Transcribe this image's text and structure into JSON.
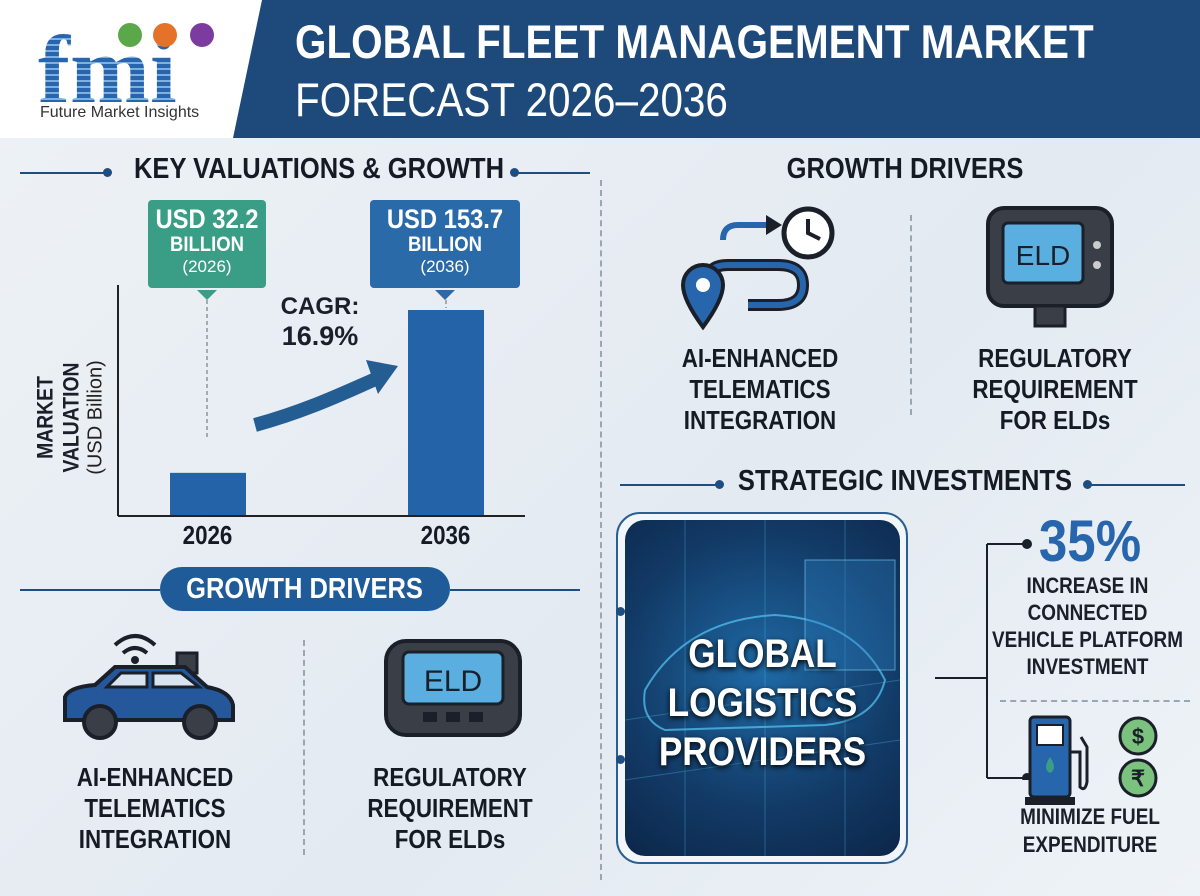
{
  "header": {
    "logo_letters": "fmi",
    "logo_name": "Future Market Insights",
    "title_line1": "GLOBAL FLEET MANAGEMENT MARKET",
    "title_line2": "FORECAST 2026–2036"
  },
  "key_valuations": {
    "heading": "KEY VALUATIONS & GROWTH",
    "callout_2026": {
      "value": "USD 32.2",
      "unit": "BILLION",
      "year": "(2026)"
    },
    "callout_2036": {
      "value": "USD 153.7",
      "unit": "BILLION",
      "year": "(2036)"
    },
    "cagr_label": "CAGR:",
    "cagr_value": "16.9%"
  },
  "chart_data": {
    "type": "bar",
    "categories": [
      "2026",
      "2036"
    ],
    "values": [
      32.2,
      153.7
    ],
    "ylabel": "MARKET VALUATION",
    "ylabel_unit": "(USD Billion)",
    "colors": [
      "#2563a8",
      "#2563a8"
    ]
  },
  "growth_drivers_left": {
    "heading": "GROWTH DRIVERS",
    "items": [
      {
        "label_lines": [
          "AI-ENHANCED",
          "TELEMATICS",
          "INTEGRATION"
        ],
        "icon": "connected-car-icon"
      },
      {
        "label_lines": [
          "REGULATORY",
          "REQUIREMENT",
          "FOR ELDs"
        ],
        "icon": "eld-device-icon",
        "device_text": "ELD"
      }
    ]
  },
  "growth_drivers_right": {
    "heading": "GROWTH DRIVERS",
    "items": [
      {
        "label_lines": [
          "AI-ENHANCED",
          "TELEMATICS",
          "INTEGRATION"
        ],
        "icon": "route-clock-icon"
      },
      {
        "label_lines": [
          "REGULATORY",
          "REQUIREMENT",
          "FOR ELDs"
        ],
        "icon": "eld-device-icon",
        "device_text": "ELD"
      }
    ]
  },
  "strategic": {
    "heading": "STRATEGIC INVESTMENTS",
    "card_lines": [
      "GLOBAL",
      "LOGISTICS",
      "PROVIDERS"
    ],
    "stat_value": "35%",
    "stat_lines": [
      "INCREASE IN",
      "CONNECTED",
      "VEHICLE PLATFORM",
      "INVESTMENT"
    ],
    "fuel_lines": [
      "MINIMIZE FUEL",
      "EXPENDITURE"
    ]
  },
  "colors": {
    "navy": "#1d4a7a",
    "accent_blue": "#2a6aa8",
    "teal": "#3a9e86"
  }
}
